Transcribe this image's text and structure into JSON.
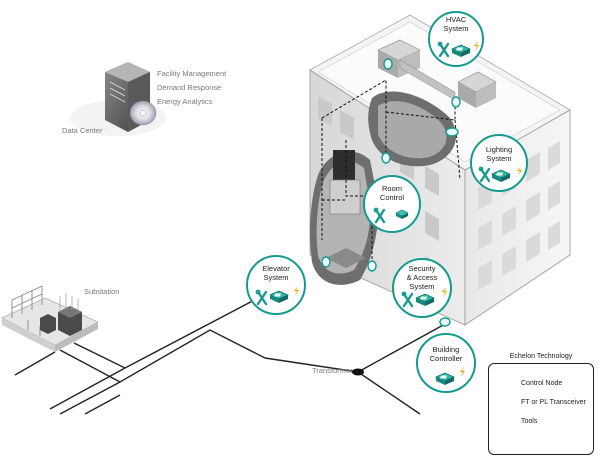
{
  "data_center": {
    "label": "Data Center",
    "apps": [
      "Facility Management",
      "Demand Response",
      "Energy Analytics"
    ]
  },
  "substation": {
    "label": "Substation"
  },
  "transformer": {
    "label": "Transformer"
  },
  "subsystems": [
    {
      "key": "hvac",
      "line1": "HVAC",
      "line2": "System",
      "line3": ""
    },
    {
      "key": "lighting",
      "line1": "Lighting",
      "line2": "System",
      "line3": ""
    },
    {
      "key": "room",
      "line1": "Room",
      "line2": "Control",
      "line3": ""
    },
    {
      "key": "elevator",
      "line1": "Elevator",
      "line2": "System",
      "line3": ""
    },
    {
      "key": "security",
      "line1": "Security",
      "line2": "& Access",
      "line3": "System"
    },
    {
      "key": "building",
      "line1": "Building",
      "line2": "Controller",
      "line3": ""
    }
  ],
  "legend": {
    "title": "Echelon Technology",
    "items": [
      {
        "label": "Control Node",
        "icon": "control-node-icon"
      },
      {
        "label": "FT or PL Transceiver",
        "icon": "transceiver-icon"
      },
      {
        "label": "Tools",
        "icon": "tools-icon"
      }
    ]
  },
  "colors": {
    "accent": "#159a8f",
    "line": "#111111",
    "building": "#efefef",
    "network": "#222222"
  }
}
